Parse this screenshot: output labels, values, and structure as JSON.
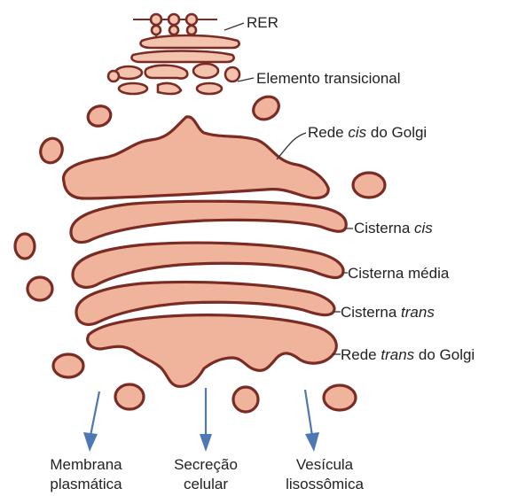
{
  "labels": {
    "rer": "RER",
    "transitional": "Elemento transicional",
    "cis_network_pre": "Rede ",
    "cis_network_it": "cis",
    "cis_network_post": " do Golgi",
    "cis_cistern_pre": "Cisterna ",
    "cis_cistern_it": "cis",
    "medial_cistern": "Cisterna média",
    "trans_cistern_pre": "Cisterna ",
    "trans_cistern_it": "trans",
    "trans_network_pre": "Rede ",
    "trans_network_it": "trans",
    "trans_network_post": " do Golgi"
  },
  "destinations": {
    "membrane_line1": "Membrana",
    "membrane_line2": "plasmática",
    "secretion_line1": "Secreção",
    "secretion_line2": "celular",
    "vesicle_line1": "Vesícula",
    "vesicle_line2": "lisossômica"
  },
  "colors": {
    "membrane_fill": "#f0b49c",
    "membrane_stroke": "#7a2c24",
    "arrow": "#4d77b5"
  }
}
